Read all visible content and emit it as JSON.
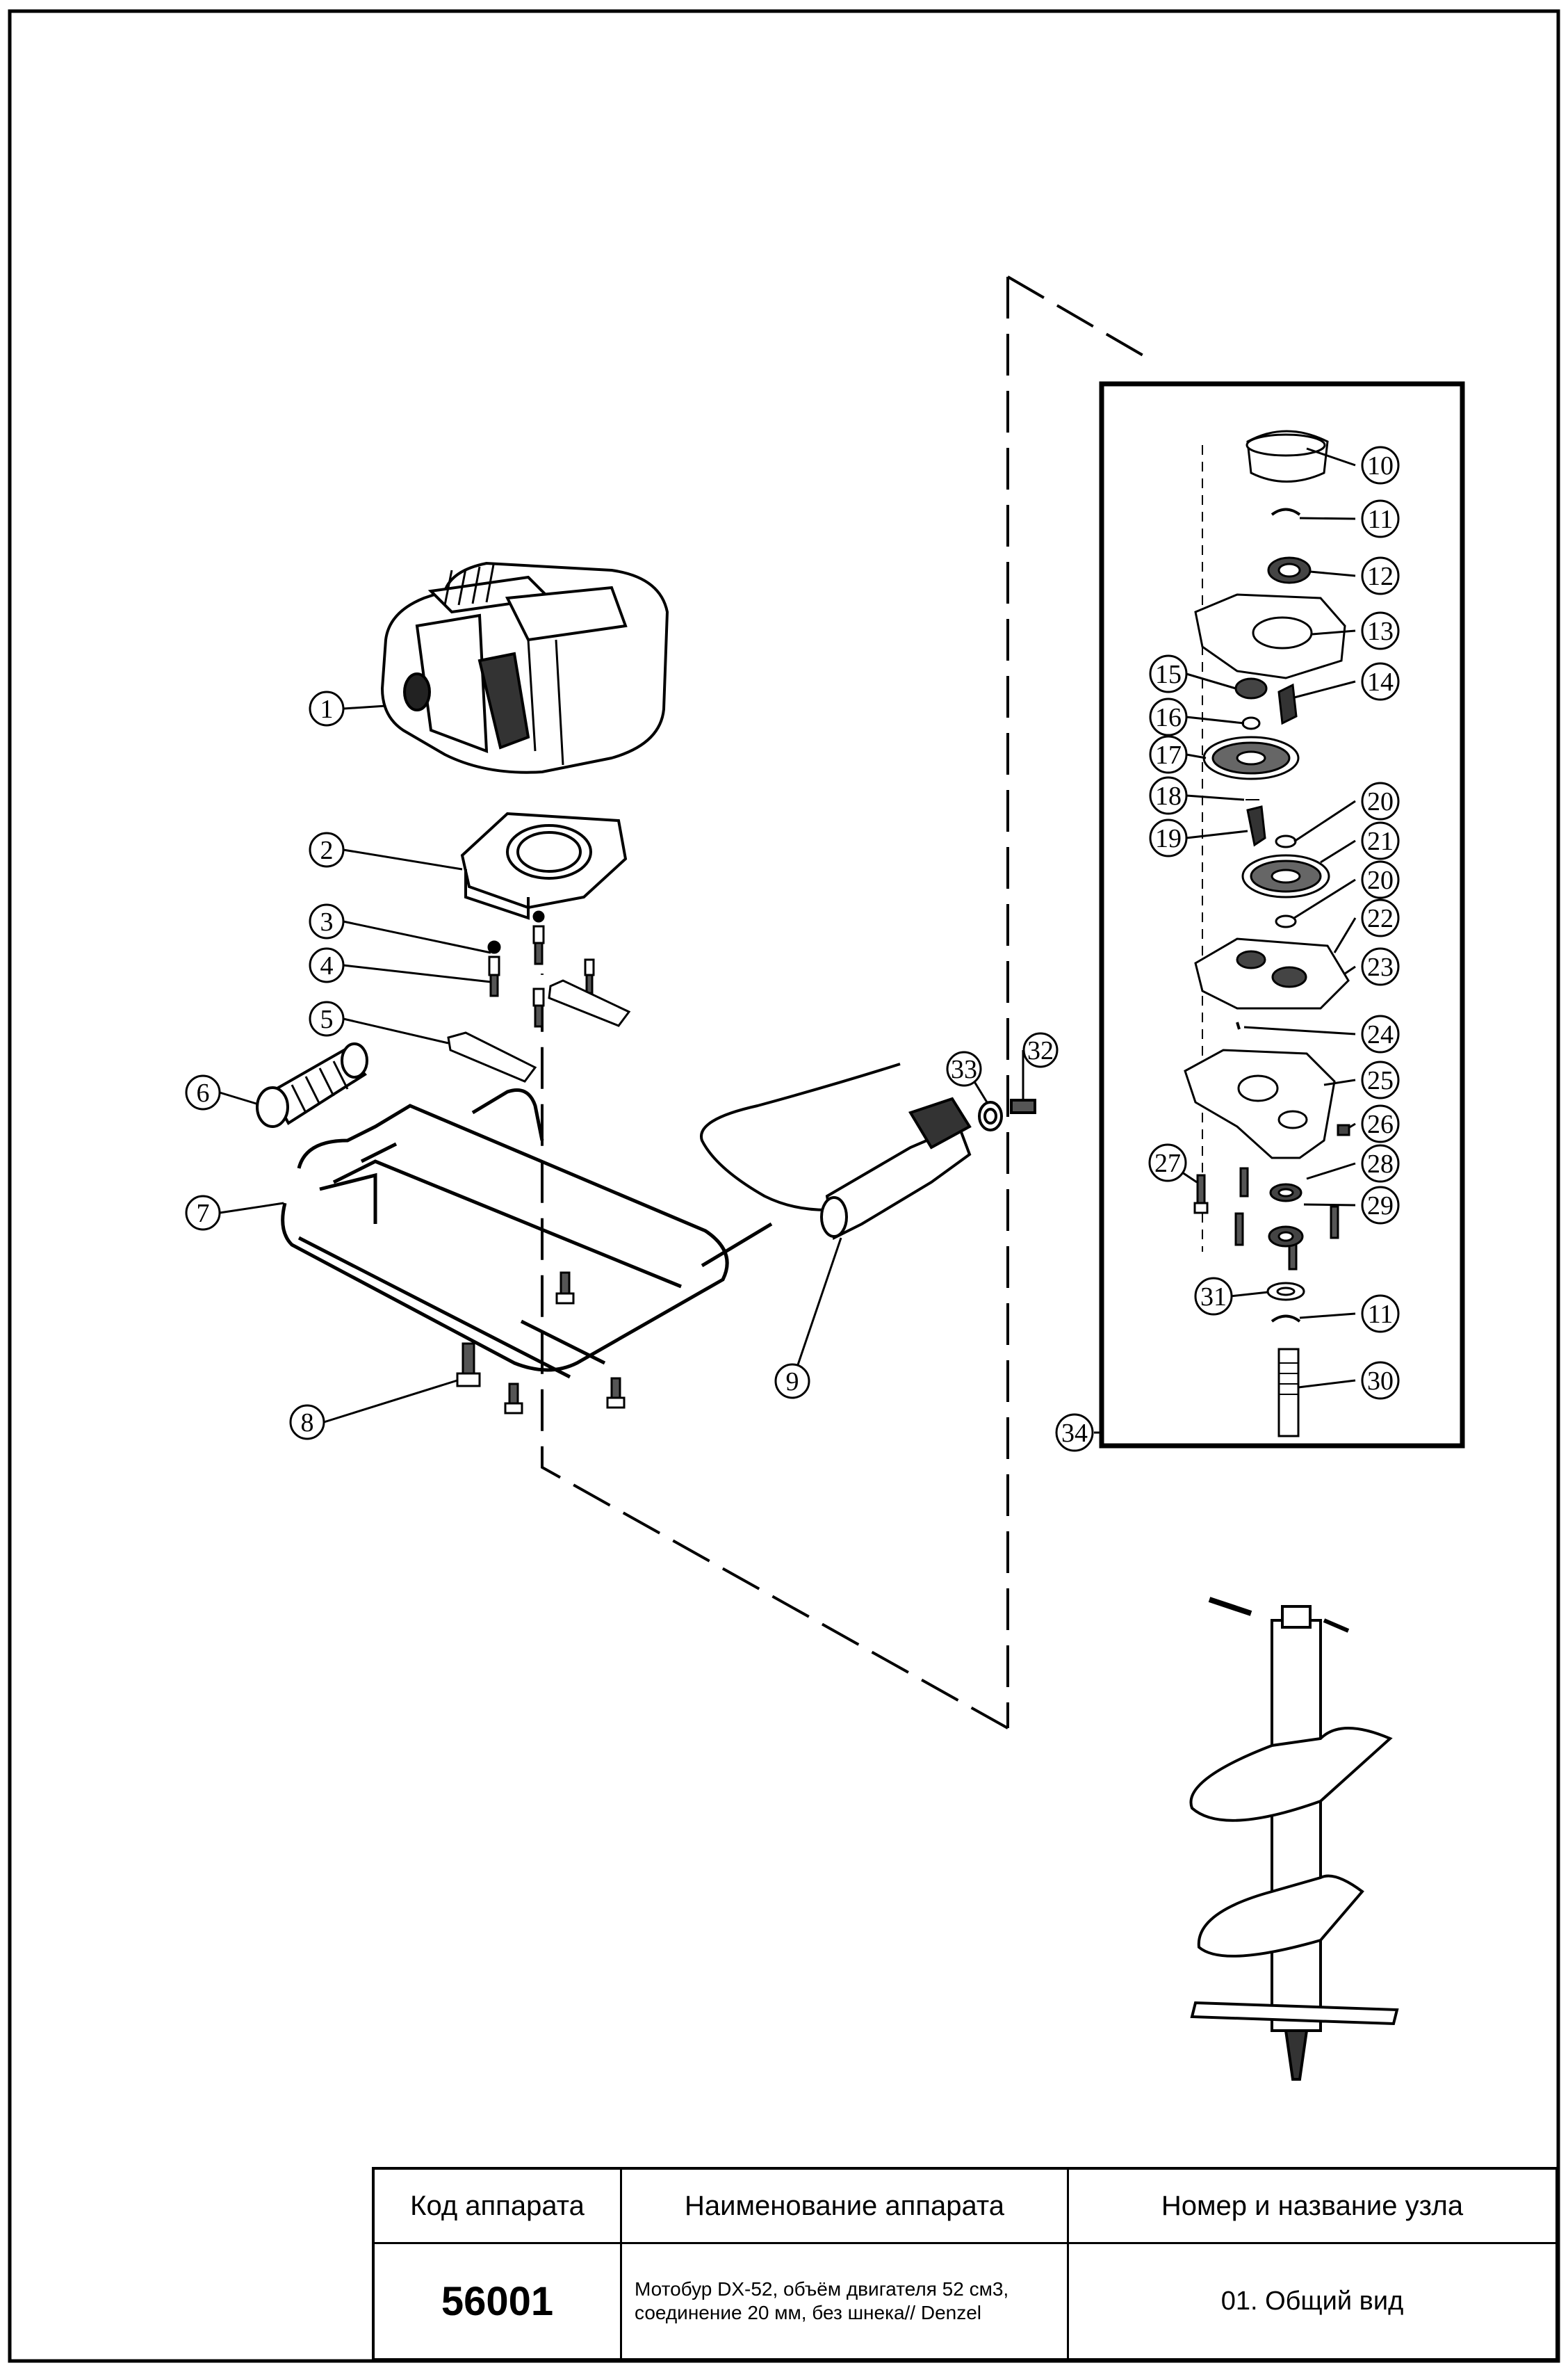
{
  "callouts": {
    "1": "1",
    "2": "2",
    "3": "3",
    "4": "4",
    "5": "5",
    "6": "6",
    "7": "7",
    "8": "8",
    "9": "9",
    "10": "10",
    "11": "11",
    "12": "12",
    "13": "13",
    "14": "14",
    "15": "15",
    "16": "16",
    "17": "17",
    "18": "18",
    "19": "19",
    "20": "20",
    "21": "21",
    "22": "22",
    "23": "23",
    "24": "24",
    "25": "25",
    "26": "26",
    "27": "27",
    "28": "28",
    "29": "29",
    "30": "30",
    "31": "31",
    "32": "32",
    "33": "33",
    "34": "34"
  },
  "title_block": {
    "header_code": "Код аппарата",
    "header_name": "Наименование аппарата",
    "header_node": "Номер и название узла",
    "code": "56001",
    "name_line1": "Мотобур DX-52, объём двигателя 52 см3,",
    "name_line2": "соединение 20 мм, без шнека// Denzel",
    "node": "01. Общий вид"
  }
}
